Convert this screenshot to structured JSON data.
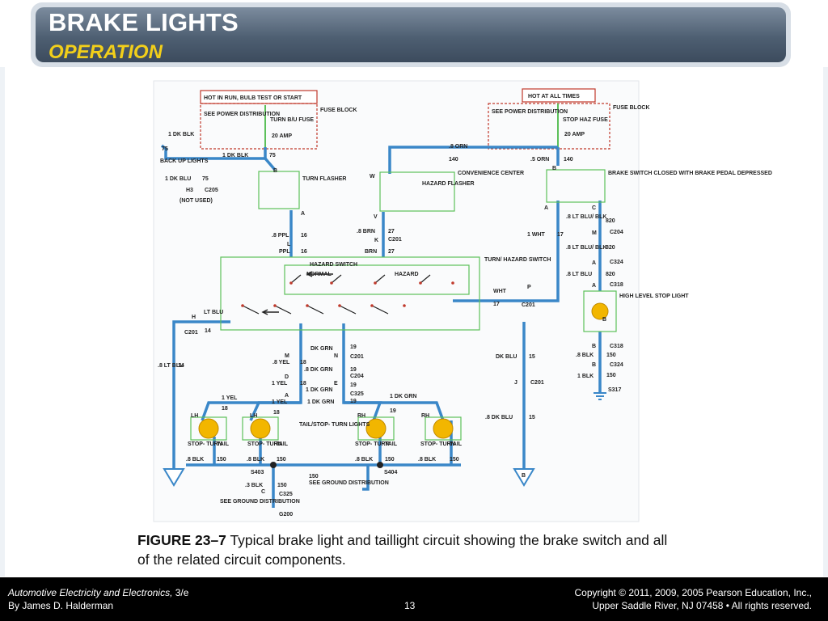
{
  "header": {
    "title": "BRAKE LIGHTS",
    "subtitle": "OPERATION"
  },
  "diagram": {
    "labels": [
      {
        "id": "hot_run",
        "text": "HOT IN RUN, BULB TEST OR START"
      },
      {
        "id": "hot_all",
        "text": "HOT AT ALL TIMES"
      },
      {
        "id": "fuse_block_l",
        "text": "FUSE BLOCK"
      },
      {
        "id": "fuse_block_r",
        "text": "FUSE BLOCK"
      },
      {
        "id": "see_power_l",
        "text": "SEE POWER DISTRIBUTION"
      },
      {
        "id": "see_power_r",
        "text": "SEE POWER DISTRIBUTION"
      },
      {
        "id": "turn_fuse",
        "text": "TURN B/U FUSE"
      },
      {
        "id": "amp_l",
        "text": "20 AMP"
      },
      {
        "id": "stop_fuse",
        "text": "STOP HAZ FUSE"
      },
      {
        "id": "amp_r",
        "text": "20 AMP"
      },
      {
        "id": "dkblk1",
        "text": "1 DK BLK"
      },
      {
        "id": "n75a",
        "text": "75"
      },
      {
        "id": "dkblk2",
        "text": "1 DK BLK"
      },
      {
        "id": "n75b",
        "text": "75"
      },
      {
        "id": "backup",
        "text": "BACK UP LIGHTS"
      },
      {
        "id": "dkblu",
        "text": "1 DK BLU"
      },
      {
        "id": "n75c",
        "text": "75"
      },
      {
        "id": "h3",
        "text": "H3"
      },
      {
        "id": "c205",
        "text": "C205"
      },
      {
        "id": "notused",
        "text": "(NOT USED)"
      },
      {
        "id": "orn8",
        "text": ".8 ORN"
      },
      {
        "id": "n140a",
        "text": "140"
      },
      {
        "id": "orn5",
        "text": ".5 ORN"
      },
      {
        "id": "n140b",
        "text": "140"
      },
      {
        "id": "turn_flasher",
        "text": "TURN FLASHER"
      },
      {
        "id": "haz_flasher",
        "text": "HAZARD FLASHER"
      },
      {
        "id": "conv_center",
        "text": "CONVENIENCE CENTER"
      },
      {
        "id": "brake_switch",
        "text": "BRAKE SWITCH CLOSED WITH BRAKE PEDAL DEPRESSED"
      },
      {
        "id": "ppl8",
        "text": ".8 PPL"
      },
      {
        "id": "n16a",
        "text": "16"
      },
      {
        "id": "ppl",
        "text": "PPL"
      },
      {
        "id": "n16b",
        "text": "16"
      },
      {
        "id": "brn8",
        "text": ".8 BRN"
      },
      {
        "id": "n27a",
        "text": "27"
      },
      {
        "id": "brn",
        "text": "BRN"
      },
      {
        "id": "n27b",
        "text": "27"
      },
      {
        "id": "c201a",
        "text": "C201"
      },
      {
        "id": "wht1",
        "text": "1 WHT"
      },
      {
        "id": "n17a",
        "text": "17"
      },
      {
        "id": "ltblublk1",
        "text": ".8 LT BLU/ BLK"
      },
      {
        "id": "n820a",
        "text": "820"
      },
      {
        "id": "c204a",
        "text": "C204"
      },
      {
        "id": "ltblublk2",
        "text": ".8 LT BLU/ BLK"
      },
      {
        "id": "n820b",
        "text": "820"
      },
      {
        "id": "c324a",
        "text": "C324"
      },
      {
        "id": "ltblu8",
        "text": ".8 LT BLU"
      },
      {
        "id": "n820c",
        "text": "820"
      },
      {
        "id": "c318a",
        "text": "C318"
      },
      {
        "id": "haz_switch",
        "text": "HAZARD SWITCH"
      },
      {
        "id": "normal",
        "text": "NORMAL"
      },
      {
        "id": "hazard",
        "text": "HAZARD"
      },
      {
        "id": "turn_haz",
        "text": "TURN/ HAZARD SWITCH"
      },
      {
        "id": "wht",
        "text": "WHT"
      },
      {
        "id": "n17b",
        "text": "17"
      },
      {
        "id": "c201b",
        "text": "C201"
      },
      {
        "id": "hlsl",
        "text": "HIGH LEVEL STOP LIGHT"
      },
      {
        "id": "ltblu",
        "text": "LT BLU"
      },
      {
        "id": "c201c",
        "text": "C201"
      },
      {
        "id": "n14a",
        "text": "14"
      },
      {
        "id": "dkgrn",
        "text": "DK GRN"
      },
      {
        "id": "n19a",
        "text": "19"
      },
      {
        "id": "c201d",
        "text": "C201"
      },
      {
        "id": "yel8",
        "text": ".8 YEL"
      },
      {
        "id": "n18a",
        "text": "18"
      },
      {
        "id": "dkgrn8",
        "text": ".8 DK GRN"
      },
      {
        "id": "n19b",
        "text": "19"
      },
      {
        "id": "c204b",
        "text": "C204"
      },
      {
        "id": "yel1",
        "text": "1 YEL"
      },
      {
        "id": "n18b",
        "text": "18"
      },
      {
        "id": "n19c",
        "text": "19"
      },
      {
        "id": "dkgrn1a",
        "text": "1 DK GRN"
      },
      {
        "id": "c325a",
        "text": "C325"
      },
      {
        "id": "dkblu15",
        "text": "DK BLU"
      },
      {
        "id": "n15a",
        "text": "15"
      },
      {
        "id": "c201e",
        "text": "C201"
      },
      {
        "id": "blk8a",
        "text": ".8 BLK"
      },
      {
        "id": "n150a",
        "text": "150"
      },
      {
        "id": "c324b",
        "text": "C324"
      },
      {
        "id": "blk1",
        "text": "1 BLK"
      },
      {
        "id": "n150b",
        "text": "150"
      },
      {
        "id": "c318b",
        "text": "C318"
      },
      {
        "id": "s317",
        "text": "S317"
      },
      {
        "id": "ltblu8b",
        "text": ".8 LT BLU"
      },
      {
        "id": "n14b",
        "text": "14"
      },
      {
        "id": "yel1b",
        "text": "1 YEL"
      },
      {
        "id": "n18c",
        "text": "18"
      },
      {
        "id": "yel1c",
        "text": "1 YEL"
      },
      {
        "id": "n18d",
        "text": "18"
      },
      {
        "id": "dkgrn1b",
        "text": "1 DK GRN"
      },
      {
        "id": "n19d",
        "text": "19"
      },
      {
        "id": "dkgrn1c",
        "text": "1 DK GRN"
      },
      {
        "id": "n19e",
        "text": "19"
      },
      {
        "id": "tail_stop",
        "text": "TAIL/STOP- TURN LIGHTS"
      },
      {
        "id": "dkblu8",
        "text": ".8 DK BLU"
      },
      {
        "id": "n15b",
        "text": "15"
      },
      {
        "id": "lh1",
        "text": "LH"
      },
      {
        "id": "lh2",
        "text": "LH"
      },
      {
        "id": "rh1",
        "text": "RH"
      },
      {
        "id": "rh2",
        "text": "RH"
      },
      {
        "id": "stopturn1",
        "text": "STOP- TURN"
      },
      {
        "id": "tail1",
        "text": "TAIL"
      },
      {
        "id": "stopturn2",
        "text": "STOP- TURN"
      },
      {
        "id": "tail2",
        "text": "TAIL"
      },
      {
        "id": "stopturn3",
        "text": "STOP- TURN"
      },
      {
        "id": "tail3",
        "text": "TAIL"
      },
      {
        "id": "stopturn4",
        "text": "STOP- TURN"
      },
      {
        "id": "tail4",
        "text": "TAIL"
      },
      {
        "id": "blk8b",
        "text": ".8 BLK"
      },
      {
        "id": "n150c",
        "text": "150"
      },
      {
        "id": "blk8c",
        "text": ".8 BLK"
      },
      {
        "id": "n150d",
        "text": "150"
      },
      {
        "id": "blk8d",
        "text": ".8 BLK"
      },
      {
        "id": "n150e",
        "text": "150"
      },
      {
        "id": "blk8e",
        "text": ".8 BLK"
      },
      {
        "id": "n150f",
        "text": "150"
      },
      {
        "id": "s403",
        "text": "S403"
      },
      {
        "id": "s404",
        "text": "S404"
      },
      {
        "id": "n150g",
        "text": "150"
      },
      {
        "id": "see_ground1",
        "text": "SEE GROUND DISTRIBUTION"
      },
      {
        "id": "blk3",
        "text": ".3 BLK"
      },
      {
        "id": "n150h",
        "text": "150"
      },
      {
        "id": "c325b",
        "text": "C325"
      },
      {
        "id": "see_ground2",
        "text": "SEE GROUND DISTRIBUTION"
      },
      {
        "id": "g200",
        "text": "G200"
      },
      {
        "id": "pin_b1",
        "text": "B"
      },
      {
        "id": "pin_a1",
        "text": "A"
      },
      {
        "id": "pin_w",
        "text": "W"
      },
      {
        "id": "pin_v",
        "text": "V"
      },
      {
        "id": "pin_k",
        "text": "K"
      },
      {
        "id": "pin_l",
        "text": "L"
      },
      {
        "id": "pin_b2",
        "text": "B"
      },
      {
        "id": "pin_a2",
        "text": "A"
      },
      {
        "id": "pin_c",
        "text": "C"
      },
      {
        "id": "pin_m1",
        "text": "M"
      },
      {
        "id": "pin_a3",
        "text": "A"
      },
      {
        "id": "pin_a4",
        "text": "A"
      },
      {
        "id": "pin_p",
        "text": "P"
      },
      {
        "id": "pin_h",
        "text": "H"
      },
      {
        "id": "pin_m2",
        "text": "M"
      },
      {
        "id": "pin_n",
        "text": "N"
      },
      {
        "id": "pin_d",
        "text": "D"
      },
      {
        "id": "pin_e",
        "text": "E"
      },
      {
        "id": "pin_a5",
        "text": "A"
      },
      {
        "id": "pin_j",
        "text": "J"
      },
      {
        "id": "pin_b3",
        "text": "B"
      },
      {
        "id": "pin_b4",
        "text": "B"
      },
      {
        "id": "pin_b5",
        "text": "B"
      },
      {
        "id": "pin_c2",
        "text": "C"
      },
      {
        "id": "pin_b6",
        "text": "B"
      }
    ]
  },
  "caption": {
    "figure": "FIGURE 23–7",
    "text": " Typical brake light and taillight circuit showing the brake switch and all of the related circuit components."
  },
  "footer": {
    "book": "Automotive Electricity and Electronics,",
    "edition": " 3/e",
    "author": "By James D. Halderman",
    "page": "13",
    "copyright1": "Copyright © 2011, 2009, 2005 Pearson Education, Inc.,",
    "copyright2": "Upper Saddle River, NJ 07458 • All rights reserved."
  },
  "colors": {
    "wire": "#3a87c8",
    "component": "#5cc05a",
    "hot_box": "#c0392b",
    "bulb": "#f2b600",
    "title_accent": "#f2cf1a"
  }
}
